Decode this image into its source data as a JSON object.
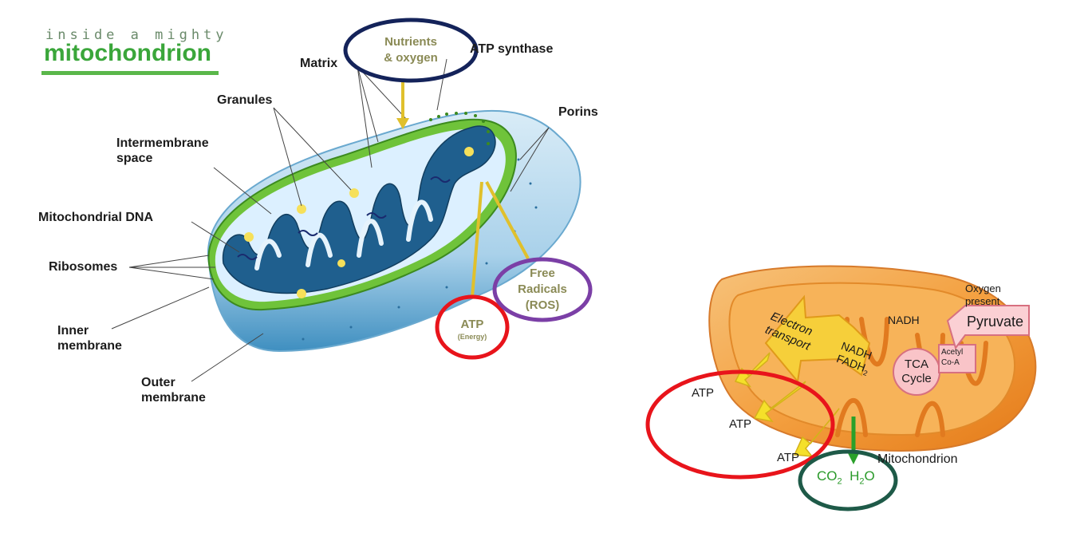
{
  "branding": {
    "kicker": "inside a mighty",
    "title": "mitochondrion"
  },
  "left_diagram": {
    "labels": {
      "matrix": "Matrix",
      "atp_synthase": "ATP synthase",
      "granules": "Granules",
      "porins": "Porins",
      "intermembrane_1": "Intermembrane",
      "intermembrane_2": "space",
      "mito_dna": "Mitochondrial DNA",
      "ribosomes": "Ribosomes",
      "inner_1": "Inner",
      "inner_2": "membrane",
      "outer_1": "Outer",
      "outer_2": "membrane"
    },
    "nutrients_1": "Nutrients",
    "nutrients_2": "& oxygen",
    "atp": "ATP",
    "atp_sub": "(Energy)",
    "free_radicals_1": "Free",
    "free_radicals_2": "Radicals",
    "free_radicals_3": "(ROS)"
  },
  "right_diagram": {
    "oxygen_1": "Oxygen",
    "oxygen_2": "present",
    "pyruvate": "Pyruvate",
    "nadh": "NADH",
    "electron_1": "Electron",
    "electron_2": "transport",
    "nadh2": "NADH",
    "fadh2": "FADH",
    "fadh2_sub": "2",
    "tca_1": "TCA",
    "tca_2": "Cycle",
    "acetyl_1": "Acetyl",
    "acetyl_2": "Co-A",
    "atp_1": "ATP",
    "atp_2": "ATP",
    "atp_3": "ATP",
    "mitochondrion": "Mitochondrion",
    "co2": "CO",
    "co2_sub": "2",
    "h2o_h": "H",
    "h2o_sub": "2",
    "h2o_o": "O"
  },
  "colors": {
    "navy": "#14235a",
    "red": "#e8141b",
    "purple": "#7b3fa6",
    "teal": "#1e5a48",
    "yellow": "#e0c02c",
    "olive": "#8a8a55",
    "brand_green": "#3aa63a"
  }
}
